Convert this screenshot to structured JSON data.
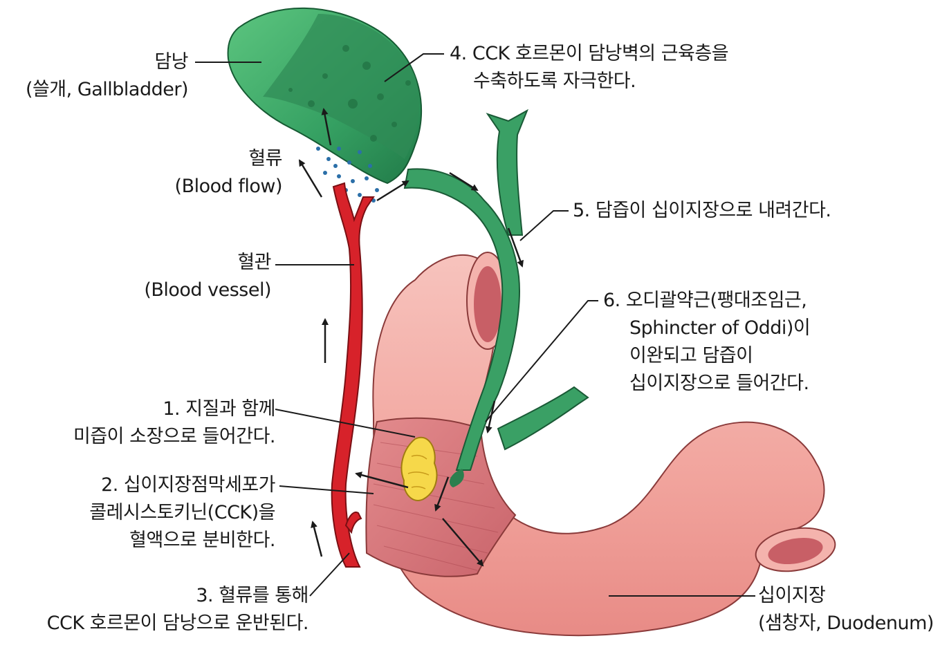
{
  "colors": {
    "gallbladder": "#3fae6a",
    "gallbladder_dark": "#1f7f4a",
    "bile_duct": "#2e9a5c",
    "blood_vessel": "#d7222a",
    "duodenum": "#f2a7a1",
    "duodenum_inner": "#d9757a",
    "fat_droplet": "#f6d84a",
    "arrow": "#1a1a1a",
    "cck_dots": "#2b6fa8"
  },
  "labels": {
    "gallbladder": {
      "line1": "담낭",
      "line2": "(쓸개, Gallbladder)"
    },
    "blood_flow": {
      "line1": "혈류",
      "line2": "(Blood flow)"
    },
    "blood_vessel": {
      "line1": "혈관",
      "line2": "(Blood vessel)"
    },
    "duodenum": {
      "line1": "십이지장",
      "line2": "(샘창자, Duodenum)"
    }
  },
  "steps": {
    "s1": {
      "line1": "1. 지질과 함께",
      "line2": "미즙이 소장으로 들어간다."
    },
    "s2": {
      "line1": "2. 십이지장점막세포가",
      "line2": "콜레시스토키닌(CCK)을",
      "line3": "혈액으로 분비한다."
    },
    "s3": {
      "line1": "3. 혈류를 통해",
      "line2": "CCK 호르몬이 담낭으로 운반된다."
    },
    "s4": {
      "line1": "4. CCK 호르몬이 담낭벽의 근육층을",
      "line2": "수축하도록 자극한다."
    },
    "s5": {
      "line1": "5. 담즙이 십이지장으로 내려간다."
    },
    "s6": {
      "line1": "6. 오디괄약근(팽대조임근,",
      "line2": "Sphincter of Oddi)이",
      "line3": "이완되고 담즙이",
      "line4": "십이지장으로 들어간다."
    }
  }
}
